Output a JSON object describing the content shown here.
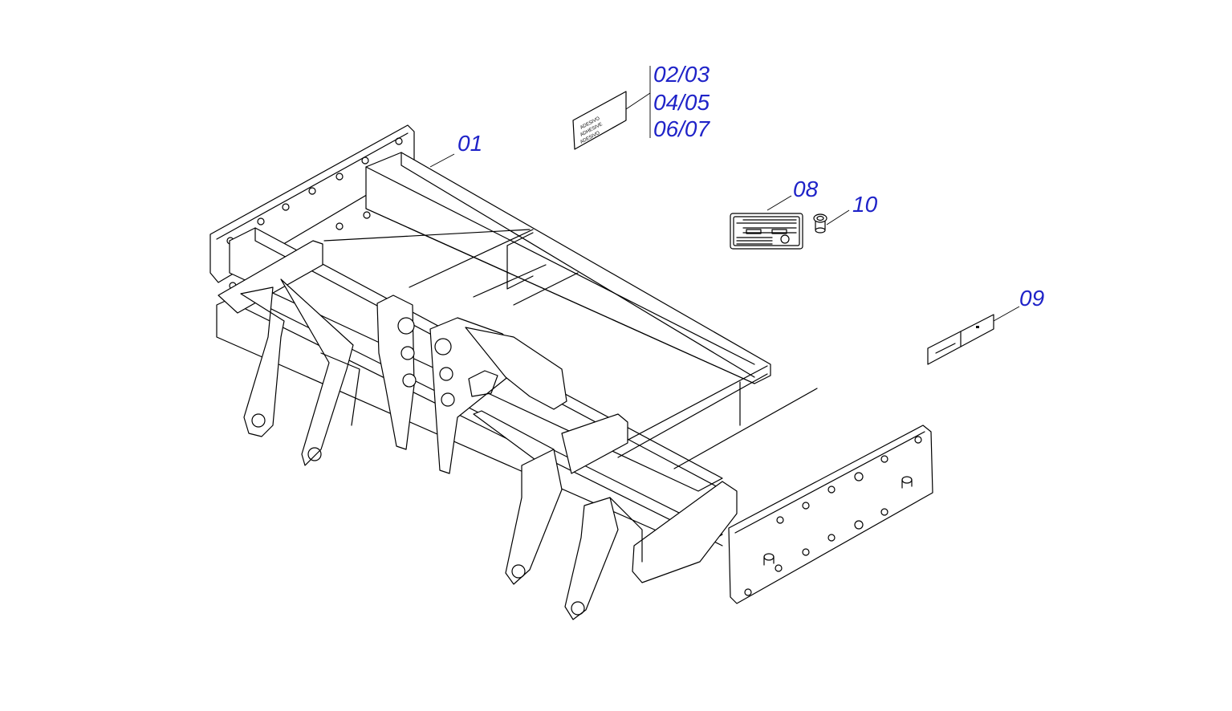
{
  "callouts": {
    "c01": "01",
    "c0203": "02/03",
    "c0405": "04/05",
    "c0607": "06/07",
    "c08": "08",
    "c09": "09",
    "c10": "10"
  },
  "decal_text": {
    "line1": "ADESIVO",
    "line2": "ADHESIVE",
    "line3": "ADESIVO"
  },
  "colors": {
    "callout": "#1f23c8",
    "line": "#000000",
    "background": "#ffffff"
  }
}
